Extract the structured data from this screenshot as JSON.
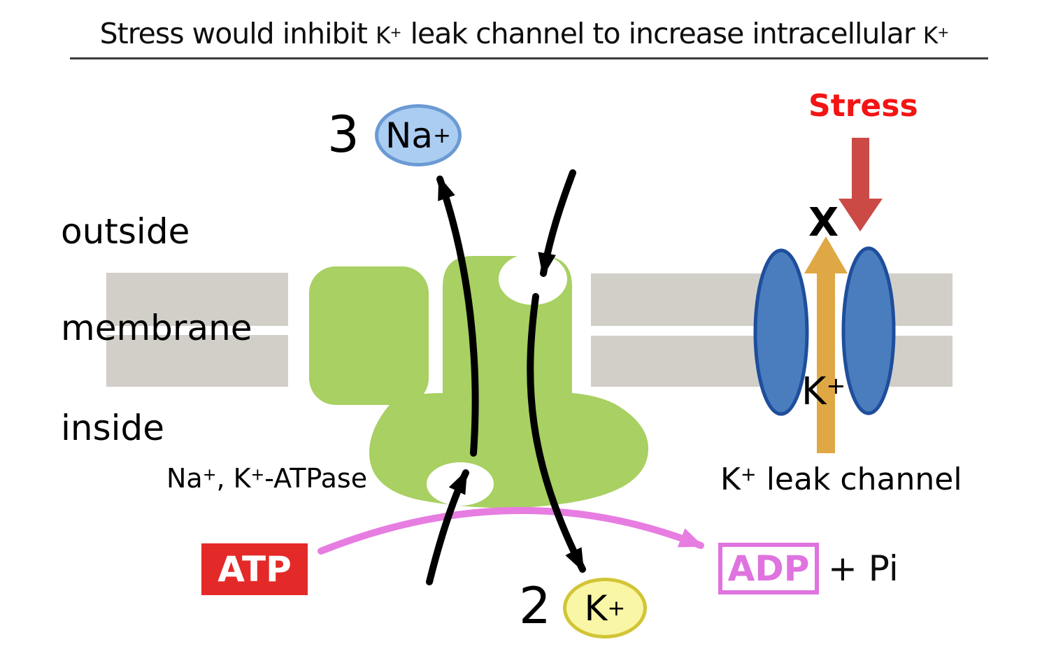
{
  "title": {
    "pre": "Stress would inhibit ",
    "k1": "K",
    "k1_sup": "+",
    "mid": " leak channel to increase intracellular ",
    "k2": "K",
    "k2_sup": "+"
  },
  "regions": {
    "outside": "outside",
    "membrane": "membrane",
    "inside": "inside"
  },
  "sodium": {
    "count": "3",
    "symbol": "Na",
    "charge": "+"
  },
  "potassium": {
    "count": "2",
    "symbol": "K",
    "charge": "+"
  },
  "pump_label": {
    "na": "Na",
    "na_sup": "+",
    "mid": ", K",
    "k_sup": "+",
    "rest": "-ATPase"
  },
  "leak_channel": {
    "ion": "K",
    "ion_sup": "+",
    "label_k": "K",
    "label_sup": "+",
    "label_rest": " leak channel",
    "inhibit_mark": "X"
  },
  "stress_label": "Stress",
  "energy": {
    "atp": "ATP",
    "adp": "ADP",
    "pi": "+ Pi"
  },
  "colors": {
    "pump_green": "#a8d062",
    "membrane_gray": "#d2cfc9",
    "white": "#ffffff",
    "channel_blue_fill": "#4a7dbd",
    "channel_blue_stroke": "#1e4e9c",
    "sodium_fill": "#abcdf1",
    "sodium_stroke": "#6b9ad3",
    "potassium_fill": "#f9f6a5",
    "potassium_stroke": "#d2c535",
    "leak_arrow_orange": "#dfa845",
    "stress_arrow_red": "#cb4a46",
    "stress_text_red": "#f31414",
    "atp_red": "#e42a28",
    "adp_pink": "#df73df",
    "atp_arrow_pink": "#e77de1",
    "arrow_black": "#000000"
  }
}
